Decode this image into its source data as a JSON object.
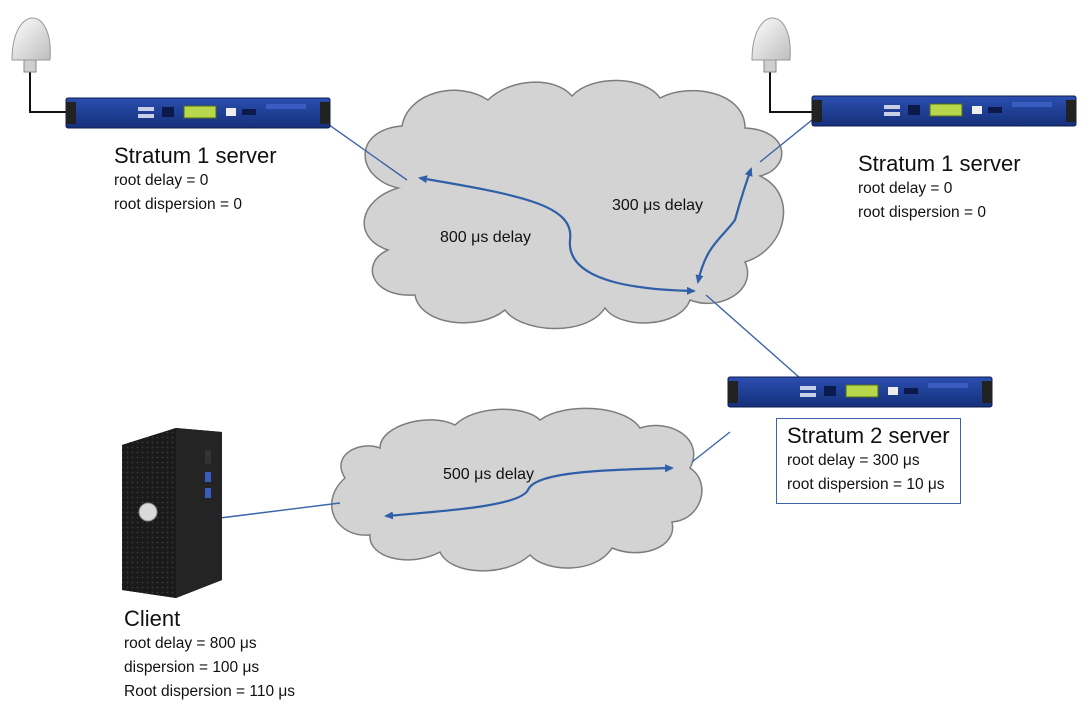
{
  "diagram": {
    "nodes": {
      "stratum1_left": {
        "title": "Stratum 1 server",
        "lines": [
          "root delay = 0",
          "root dispersion = 0"
        ]
      },
      "stratum1_right": {
        "title": "Stratum 1 server",
        "lines": [
          "root delay = 0",
          "root dispersion = 0"
        ]
      },
      "stratum2": {
        "title": "Stratum 2 server",
        "lines": [
          "root delay = 300 μs",
          "root dispersion = 10 μs"
        ]
      },
      "client": {
        "title": "Client",
        "lines": [
          "root delay = 800 μs",
          "dispersion = 100 μs",
          "Root dispersion = 110 μs"
        ]
      }
    },
    "links": {
      "upper_left_delay": "800 μs delay",
      "upper_right_delay": "300 μs delay",
      "lower_delay": "500 μs delay"
    },
    "colors": {
      "link": "#3d64a8",
      "arrow": "#2f5fa7",
      "cloud_fill": "#d3d3d3",
      "cloud_stroke": "#7d7d7d",
      "server_blue": "#1f3a8a",
      "server_display": "#b7d84a",
      "computer_body": "#1b1b1b"
    },
    "icons": [
      "gps-antenna-icon",
      "rack-server-icon",
      "network-cloud-icon",
      "desktop-computer-icon"
    ]
  }
}
